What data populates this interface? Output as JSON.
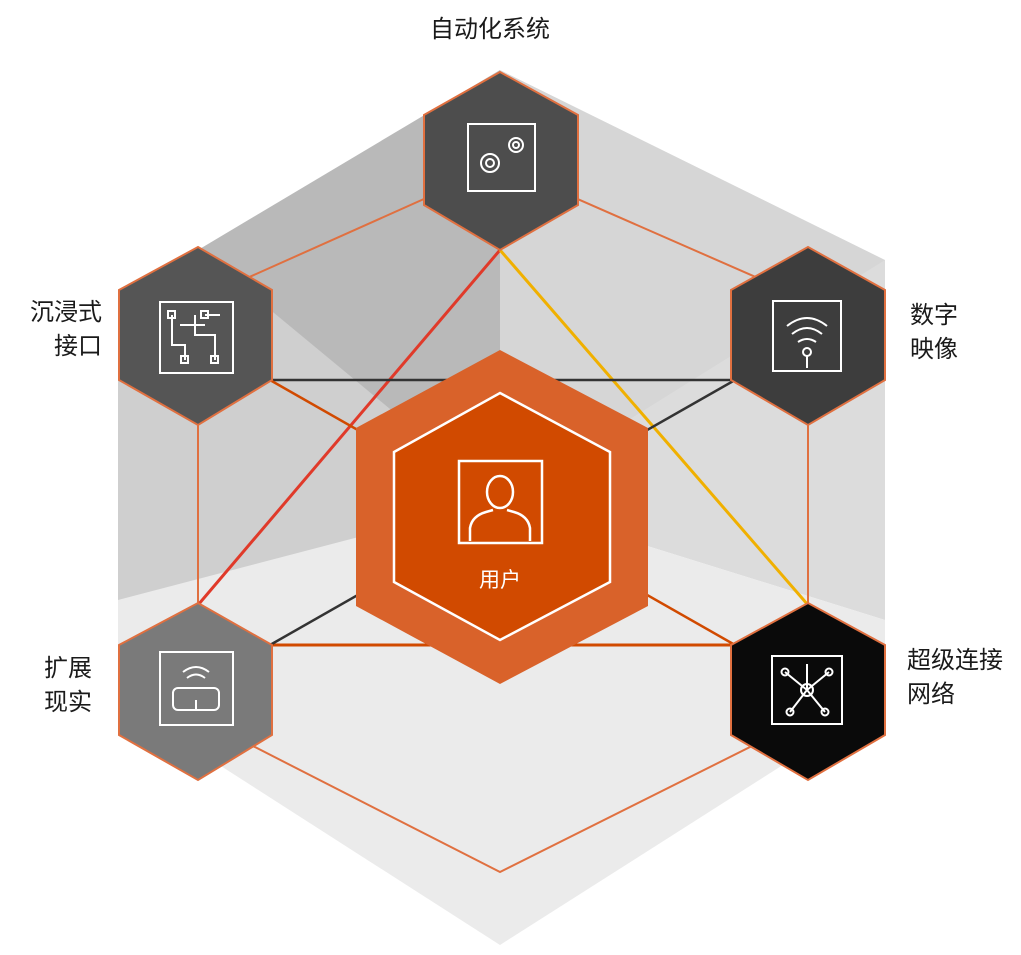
{
  "center": {
    "label": "用户",
    "icon": "user-icon"
  },
  "nodes": {
    "top": {
      "lines": [
        "自动化系统"
      ],
      "icon": "gears-icon",
      "color": "#4d4d4d"
    },
    "upper_left": {
      "lines": [
        "沉浸式",
        "接口"
      ],
      "icon": "circuit-board-icon",
      "color": "#555555"
    },
    "upper_right": {
      "lines": [
        "数字",
        "映像"
      ],
      "icon": "wifi-signal-icon",
      "color": "#3d3d3d"
    },
    "lower_left": {
      "lines": [
        "扩展",
        "现实"
      ],
      "icon": "vr-headset-icon",
      "color": "#7a7a7a"
    },
    "lower_right": {
      "lines": [
        "超级连接",
        "网络"
      ],
      "icon": "network-hub-icon",
      "color": "#0a0a0a"
    }
  },
  "colors": {
    "accent": "#d14a00",
    "accent_light": "#d9622a",
    "hex_border": "#e07040",
    "line_red": "#e03a2a",
    "line_yellow": "#f0b000",
    "line_dark": "#333333",
    "bg_panel_dark": "#b8b8b8",
    "bg_panel_mid": "#d8d8d8",
    "bg_panel_light": "#ebebeb"
  }
}
